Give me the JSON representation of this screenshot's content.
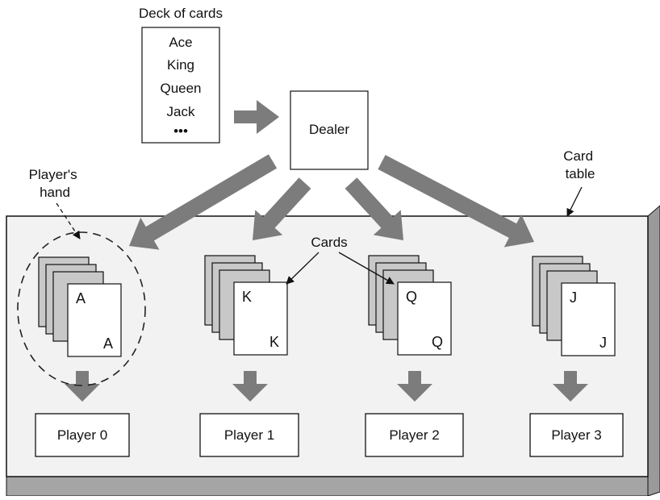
{
  "deck": {
    "title": "Deck of cards",
    "items": [
      "Ace",
      "King",
      "Queen",
      "Jack",
      "•••"
    ]
  },
  "dealer": {
    "label": "Dealer"
  },
  "annotations": {
    "players_hand": [
      "Player's",
      "hand"
    ],
    "card_table": [
      "Card",
      "table"
    ],
    "cards": "Cards"
  },
  "hands": [
    {
      "rank": "A",
      "player": "Player 0"
    },
    {
      "rank": "K",
      "player": "Player 1"
    },
    {
      "rank": "Q",
      "player": "Player 2"
    },
    {
      "rank": "J",
      "player": "Player 3"
    }
  ],
  "colors": {
    "arrow": "#7c7c7c",
    "table_top": "#f2f2f2",
    "table_side": "#9a9a9a",
    "card_back": "#c8c8c8",
    "line": "#111111"
  }
}
